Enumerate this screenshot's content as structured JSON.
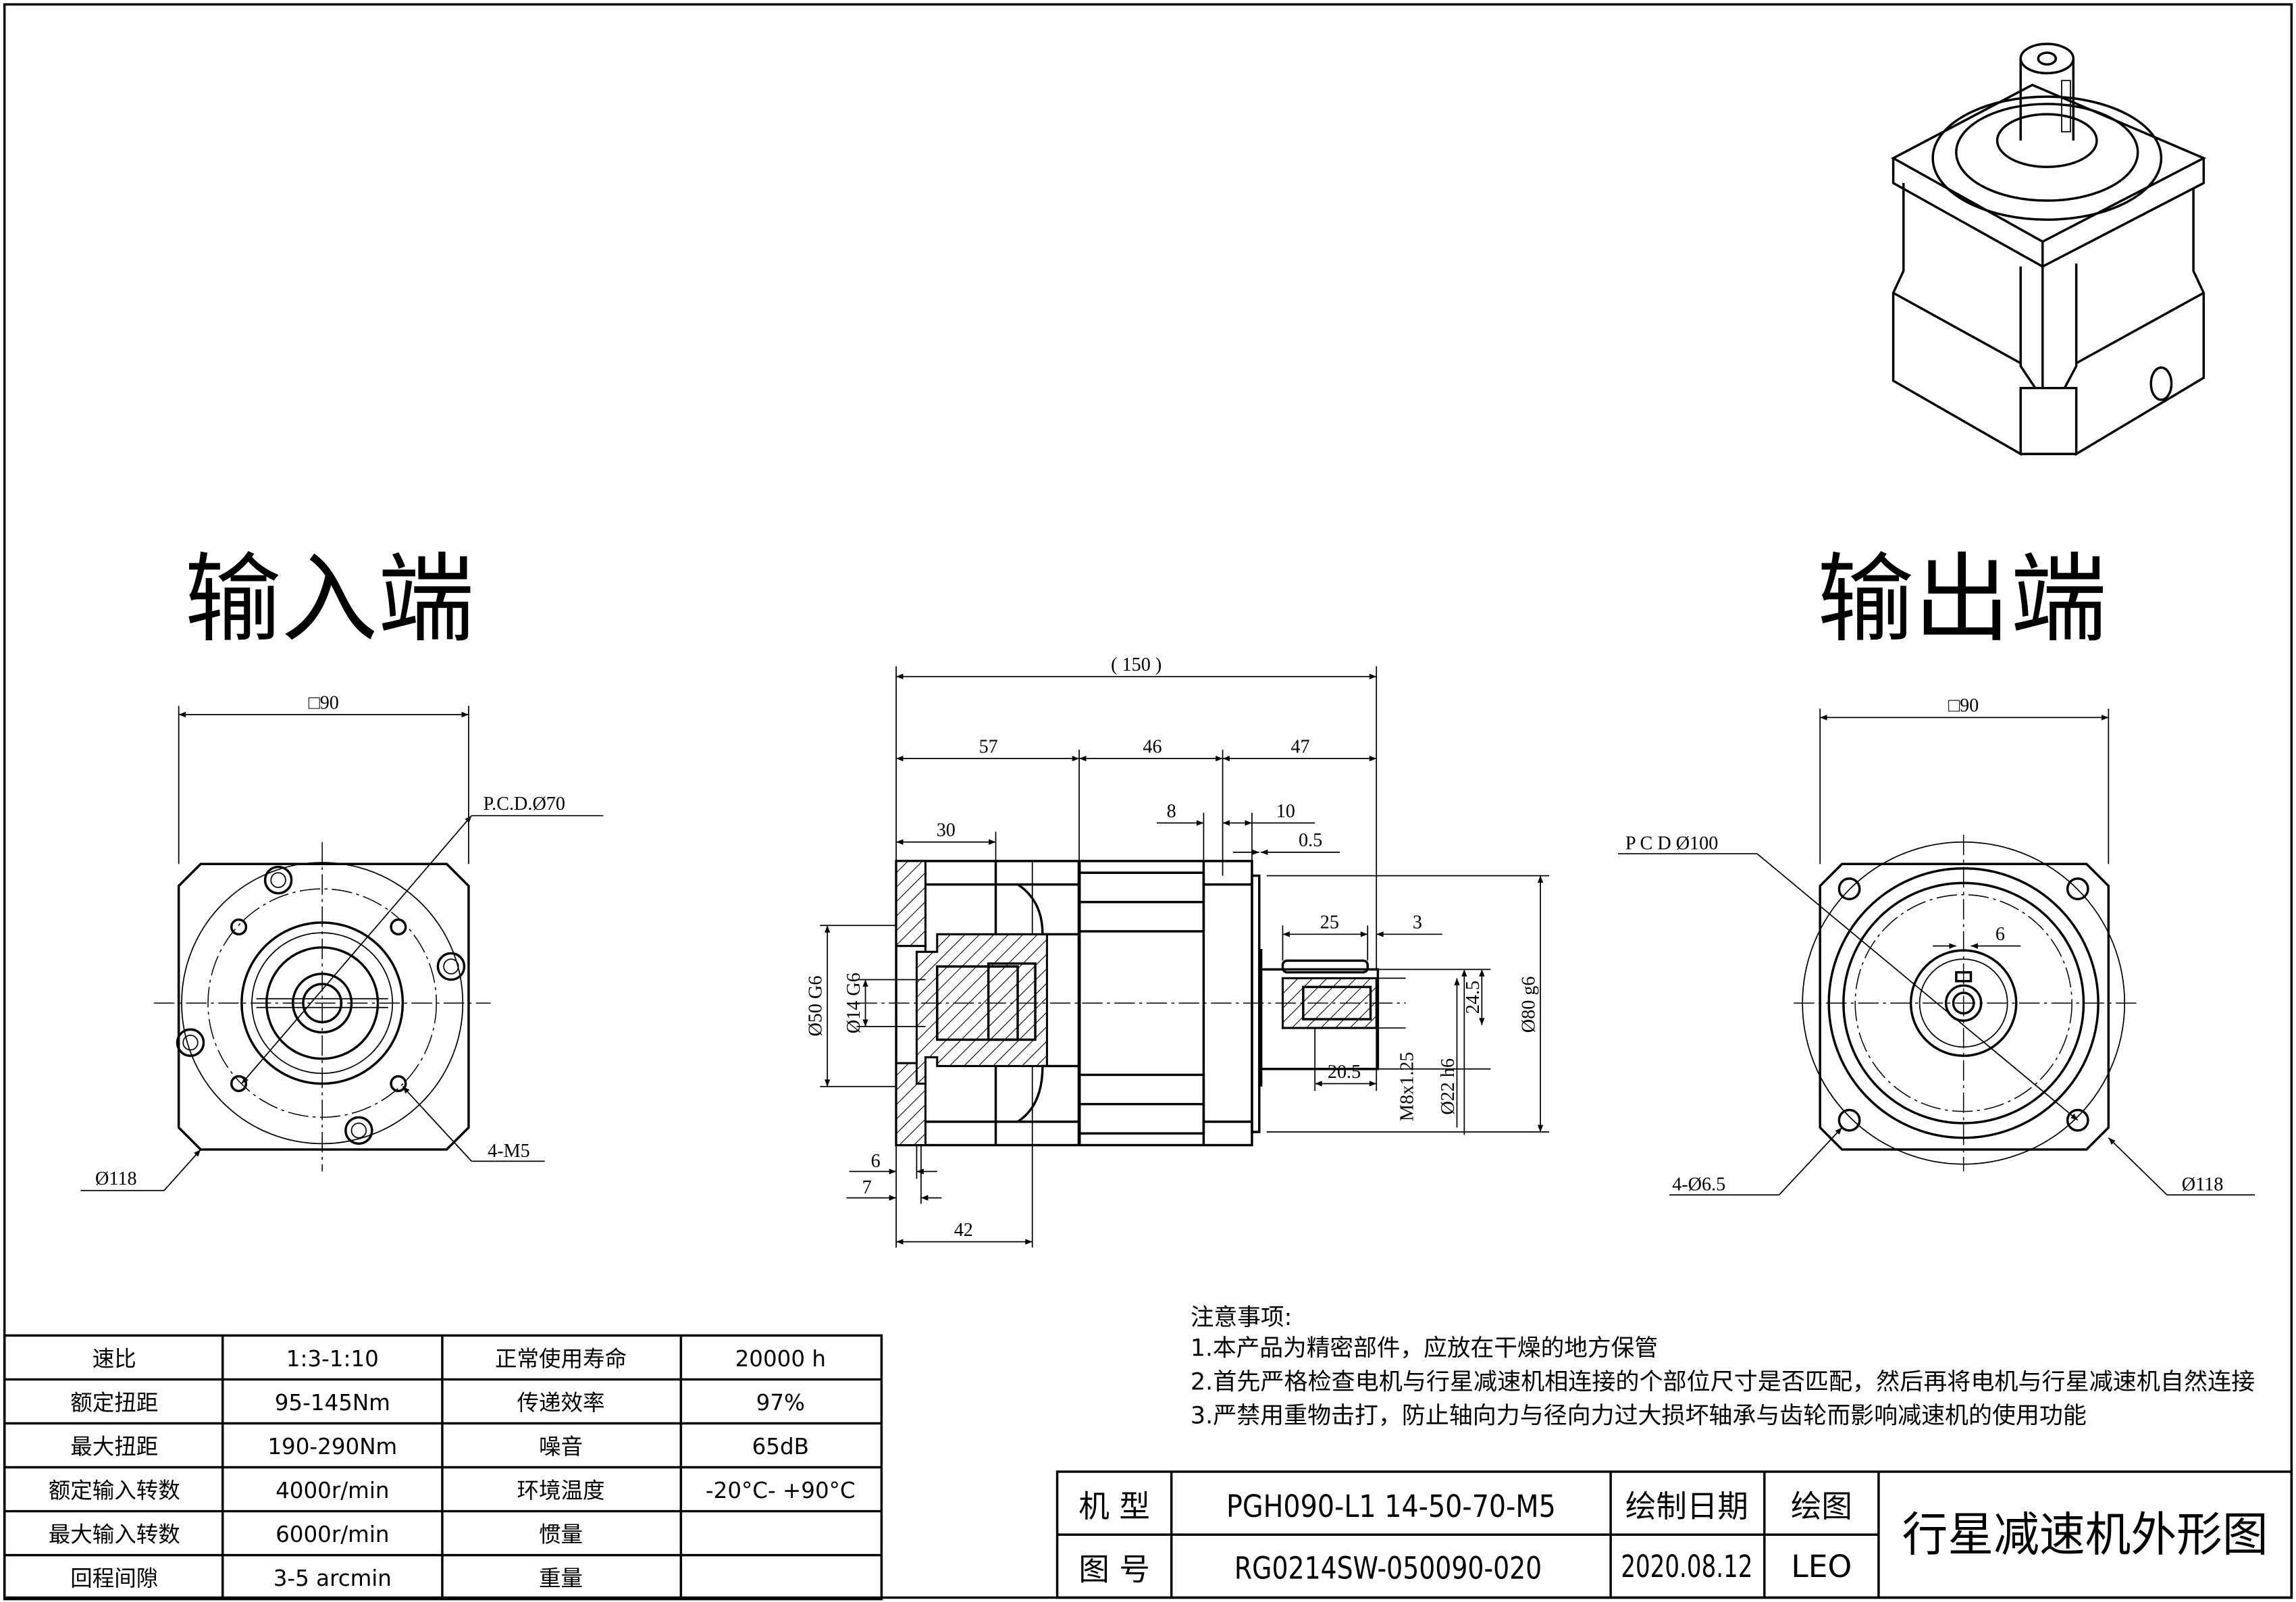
{
  "views": {
    "input_title": "输入端",
    "output_title": "输出端"
  },
  "input_view": {
    "square": "□90",
    "pcd": "P.C.D.Ø70",
    "flange_dia": "Ø118",
    "holes": "4-M5"
  },
  "output_view": {
    "square": "□90",
    "pcd": "P C D Ø100",
    "key_width": "6",
    "holes": "4-Ø6.5",
    "flange_dia": "Ø118"
  },
  "side_view": {
    "overall": "( 150 )",
    "d57": "57",
    "d46": "46",
    "d47": "47",
    "d30": "30",
    "d8": "8",
    "d10": "10",
    "d0_5": "0.5",
    "d25": "25",
    "d3": "3",
    "d20_5": "20.5",
    "d24_5": "24.5",
    "m8": "M8x1.25",
    "d22": "Ø22 h6",
    "d80": "Ø80 g6",
    "d50": "Ø50 G6",
    "d14": "Ø14 G6",
    "d6": "6",
    "d7": "7",
    "d42": "42"
  },
  "spec_table": {
    "rows": [
      [
        "速比",
        "1:3-1:10",
        "正常使用寿命",
        "20000 h"
      ],
      [
        "额定扭距",
        "95-145Nm",
        "传递效率",
        "97%"
      ],
      [
        "最大扭距",
        "190-290Nm",
        "噪音",
        "65dB"
      ],
      [
        "额定输入转数",
        "4000r/min",
        "环境温度",
        "-20°C- +90°C"
      ],
      [
        "最大输入转数",
        "6000r/min",
        "惯量",
        ""
      ],
      [
        "回程间隙",
        "3-5 arcmin",
        "重量",
        ""
      ]
    ]
  },
  "notes": {
    "heading": "注意事项:",
    "items": [
      "1.本产品为精密部件，应放在干燥的地方保管",
      "2.首先严格检查电机与行星减速机相连接的个部位尺寸是否匹配，然后再将电机与行星减速机自然连接",
      "3.严禁用重物击打，防止轴向力与径向力过大损坏轴承与齿轮而影响减速机的使用功能"
    ]
  },
  "title_block": {
    "model_label": "机 型",
    "model_value": "PGH090-L1 14-50-70-M5",
    "drawing_no_label": "图 号",
    "drawing_no_value": "RG0214SW-050090-020",
    "date_label": "绘制日期",
    "date_value": "2020.08.12",
    "drawer_label": "绘图",
    "drawer_value": "LEO",
    "title": "行星减速机外形图"
  }
}
